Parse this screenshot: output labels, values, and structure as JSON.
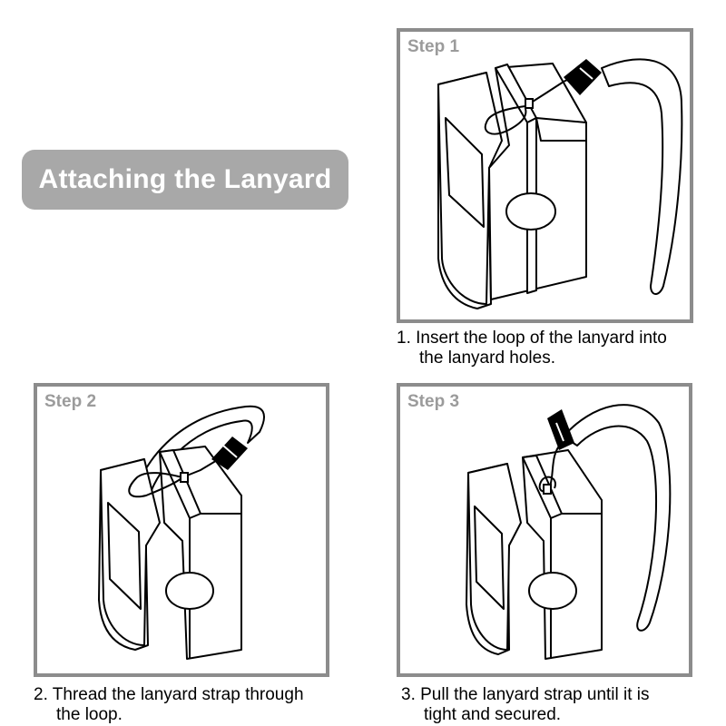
{
  "title": "Attaching the Lanyard",
  "steps": [
    {
      "label": "Step 1",
      "caption_line1": "1. Insert the loop of the lanyard into",
      "caption_line2": "the lanyard holes."
    },
    {
      "label": "Step 2",
      "caption_line1": "2. Thread the lanyard strap through",
      "caption_line2": "the loop."
    },
    {
      "label": "Step 3",
      "caption_line1": "3. Pull the lanyard strap until it is",
      "caption_line2": "tight and secured."
    }
  ],
  "colors": {
    "title_bg": "#a8a8a8",
    "panel_border": "#8c8c8c",
    "step_label": "#9b9b9b",
    "line": "#000000"
  }
}
